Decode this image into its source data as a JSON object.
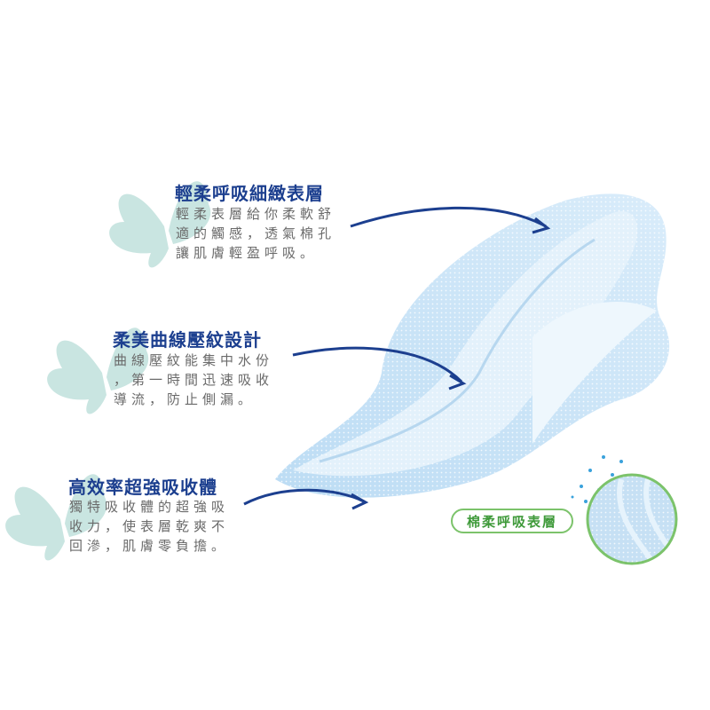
{
  "features": [
    {
      "title": "輕柔呼吸細緻表層",
      "lines": [
        "輕柔表層給你柔軟舒",
        "適的觸感，透氣棉孔",
        "讓肌膚輕盈呼吸。"
      ]
    },
    {
      "title": "柔美曲線壓紋設計",
      "lines": [
        "曲線壓紋能集中水份",
        "，第一時間迅速吸收",
        "導流，防止側漏。"
      ]
    },
    {
      "title": "高效率超強吸收體",
      "lines": [
        "獨特吸收體的超強吸",
        "收力，使表層乾爽不",
        "回滲，肌膚零負擔。"
      ]
    }
  ],
  "badge": "棉柔呼吸表層",
  "colors": {
    "title": "#1c3f8f",
    "body": "#6a6a6a",
    "butterfly": "#c9e5e1",
    "pad": "#cfe6f8",
    "badge": "#7cc36b"
  }
}
